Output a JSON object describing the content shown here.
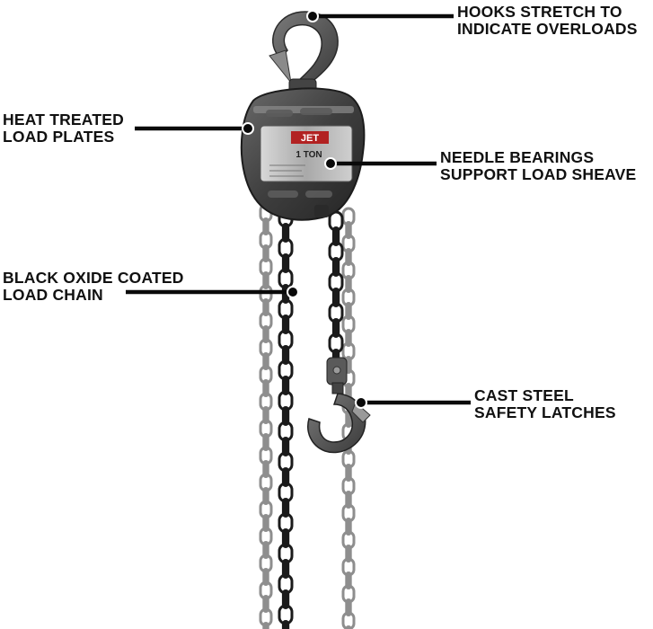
{
  "labels": {
    "hook_overload": {
      "line1": "HOOKS STRETCH TO",
      "line2": "INDICATE OVERLOADS"
    },
    "load_plates": {
      "line1": "HEAT TREATED",
      "line2": "LOAD PLATES"
    },
    "needle_bearings": {
      "line1": "NEEDLE BEARINGS",
      "line2": "SUPPORT LOAD SHEAVE"
    },
    "load_chain": {
      "line1": "BLACK OXIDE COATED",
      "line2": "LOAD CHAIN"
    },
    "safety_latches": {
      "line1": "CAST STEEL",
      "line2": "SAFETY LATCHES"
    }
  },
  "product": {
    "brand": "JET",
    "capacity": "1 TON"
  },
  "colors": {
    "label_text": "#111111",
    "leader_line": "#0a0a0a",
    "load_chain": "#1b1b1b",
    "hand_chain": "#8e8e8e",
    "hoist_body": "#4a4a4a",
    "brand_plate": "#b22222"
  }
}
